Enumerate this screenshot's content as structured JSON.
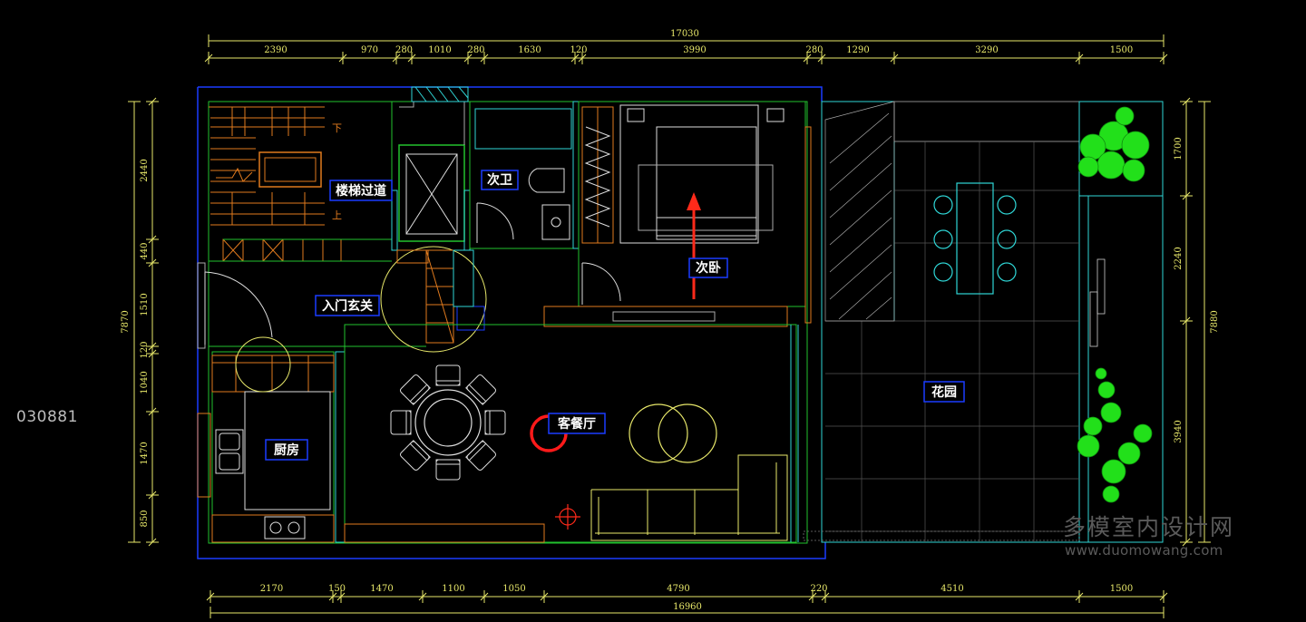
{
  "side_id": "030881",
  "watermark": {
    "name": "多模室内设计网",
    "url": "www.duomowang.com"
  },
  "colors": {
    "background": "#000000",
    "dimension": "#e8e86a",
    "wall": "#1a3cff",
    "cyan": "#2fd6d6",
    "green": "#22c22e",
    "orange": "#e07a1e",
    "label_border": "#1a3cff",
    "red": "#ff2a1a"
  },
  "dimensions": {
    "top_total": "17030",
    "top": [
      "2390",
      "970",
      "280",
      "1010",
      "280",
      "1630",
      "120",
      "3990",
      "280",
      "1290",
      "3290",
      "1500"
    ],
    "bottom_total": "16960",
    "bottom": [
      "2170",
      "150",
      "1470",
      "1100",
      "1050",
      "4790",
      "220",
      "4510",
      "1500"
    ],
    "left_total": "7870",
    "left": [
      "2440",
      "440",
      "1510",
      "120",
      "1040",
      "1470",
      "850"
    ],
    "right_total": "7880",
    "right": [
      "1700",
      "2240",
      "3940"
    ]
  },
  "rooms": {
    "stair": "楼梯过道",
    "bath": "次卫",
    "bedroom": "次卧",
    "entry": "入门玄关",
    "kitchen": "厨房",
    "living": "客餐厅",
    "garden": "花园"
  },
  "stair_marks": {
    "down": "下",
    "up": "上"
  },
  "icons": [
    "stair-arrow-icon",
    "crosshair-icon",
    "tree-icon",
    "highlight-circle-icon"
  ]
}
